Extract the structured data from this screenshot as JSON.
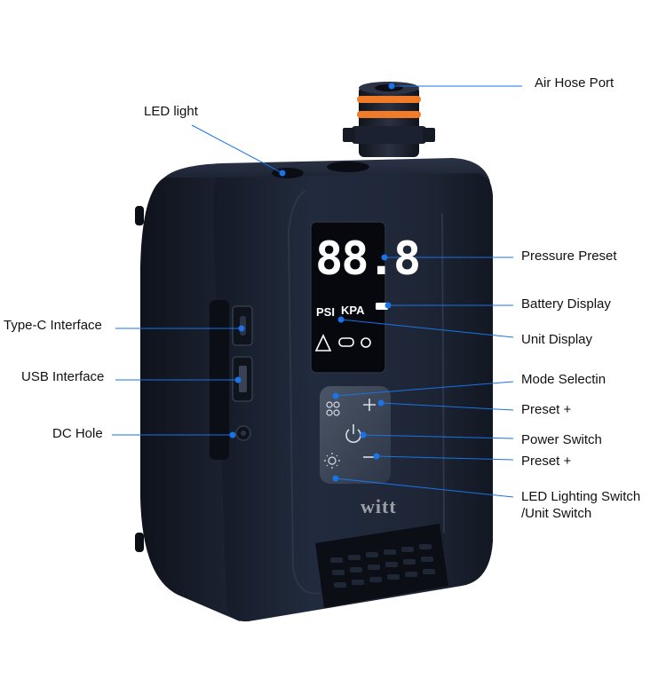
{
  "product": {
    "brand": "witt",
    "display_digits": "88.8",
    "units": [
      "PSI",
      "KPA"
    ]
  },
  "callouts": [
    {
      "id": "air-hose-port",
      "text": "Air Hose Port"
    },
    {
      "id": "led-light",
      "text": "LED light"
    },
    {
      "id": "pressure-preset",
      "text": "Pressure Preset"
    },
    {
      "id": "battery-display",
      "text": "Battery Display"
    },
    {
      "id": "unit-display",
      "text": "Unit Display"
    },
    {
      "id": "type-c",
      "text": "Type-C Interface"
    },
    {
      "id": "usb",
      "text": "USB Interface"
    },
    {
      "id": "mode-selection",
      "text": "Mode Selectin"
    },
    {
      "id": "preset-plus-1",
      "text": "Preset +"
    },
    {
      "id": "power-switch",
      "text": "Power Switch"
    },
    {
      "id": "dc-hole",
      "text": "DC Hole"
    },
    {
      "id": "preset-plus-2",
      "text": "Preset +"
    },
    {
      "id": "led-lighting-switch",
      "text": "LED Lighting Switch"
    },
    {
      "id": "unit-switch",
      "text": "/Unit Switch"
    }
  ],
  "colors": {
    "callout_line": "#1a73e8",
    "body": "#1c2333",
    "accent_ring": "#f07c2a"
  }
}
